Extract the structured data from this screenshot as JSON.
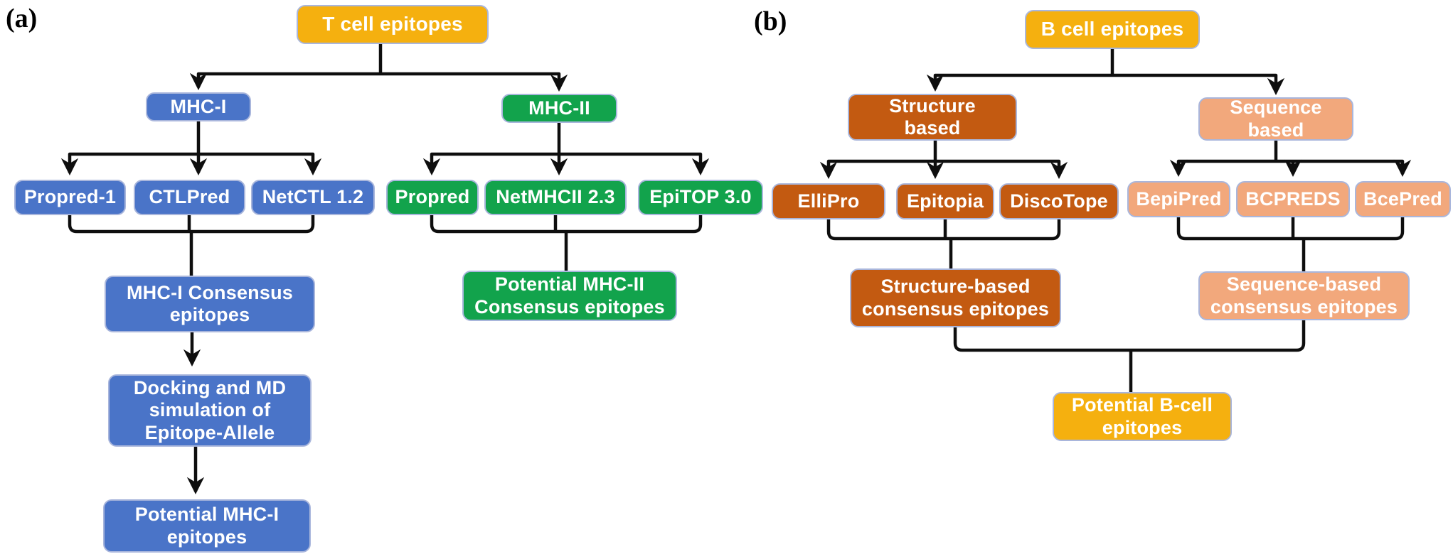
{
  "colors": {
    "gold": "#F5B00F",
    "blue": "#4A74C8",
    "green": "#12A34C",
    "rust": "#C35A11",
    "peach": "#F2A87C",
    "line": "#0E0E0E"
  },
  "panel_a": {
    "label": "(a)",
    "root": "T cell epitopes",
    "mhc1": {
      "title": "MHC-I",
      "tools": [
        "Propred-1",
        "CTLPred",
        "NetCTL 1.2"
      ],
      "consensus": "MHC-I Consensus epitopes",
      "docking": "Docking and MD simulation of Epitope-Allele",
      "potential": "Potential MHC-I epitopes"
    },
    "mhc2": {
      "title": "MHC-II",
      "tools": [
        "Propred",
        "NetMHCII 2.3",
        "EpiTOP 3.0"
      ],
      "consensus": "Potential MHC-II Consensus epitopes"
    }
  },
  "panel_b": {
    "label": "(b)",
    "root": "B cell epitopes",
    "structure": {
      "title": "Structure based",
      "tools": [
        "ElliPro",
        "Epitopia",
        "DiscoTope"
      ],
      "consensus": "Structure-based consensus epitopes"
    },
    "sequence": {
      "title": "Sequence based",
      "tools": [
        "BepiPred",
        "BCPREDS",
        "BcePred"
      ],
      "consensus": "Sequence-based consensus epitopes"
    },
    "potential": "Potential B-cell epitopes"
  }
}
